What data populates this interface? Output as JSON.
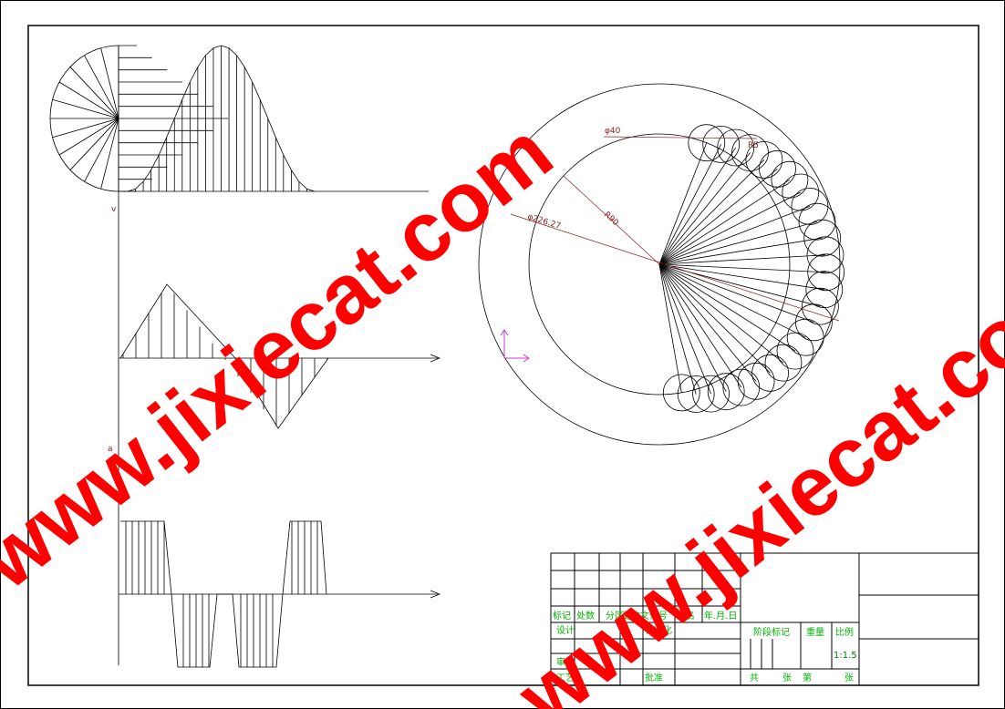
{
  "drawing": {
    "dimensions": {
      "phi40": "φ40",
      "phi226": "φ226.27",
      "r90": "R90",
      "small": "R5"
    },
    "axis_v": "v",
    "axis_a": "a"
  },
  "title_block": {
    "header_row": [
      "标记",
      "处数",
      "分区",
      "更改文件号",
      "签名",
      "年.月.日"
    ],
    "design": "设计",
    "standard": "标准化",
    "review": "审核",
    "process": "工艺",
    "approve": "批准",
    "stage_mark": "阶段标记",
    "weight": "重量",
    "scale": "比例",
    "scale_value": "1:1.5",
    "total": "共",
    "sheet": "张",
    "number": "第"
  },
  "watermarks": [
    "www.jixiecat.com",
    "www.jixiecat.com"
  ],
  "colors": {
    "line": "#000000",
    "dim": "#8a1c1c",
    "watermark": "#ff0000",
    "text": "#00b400",
    "ucs": "#c040c0"
  }
}
